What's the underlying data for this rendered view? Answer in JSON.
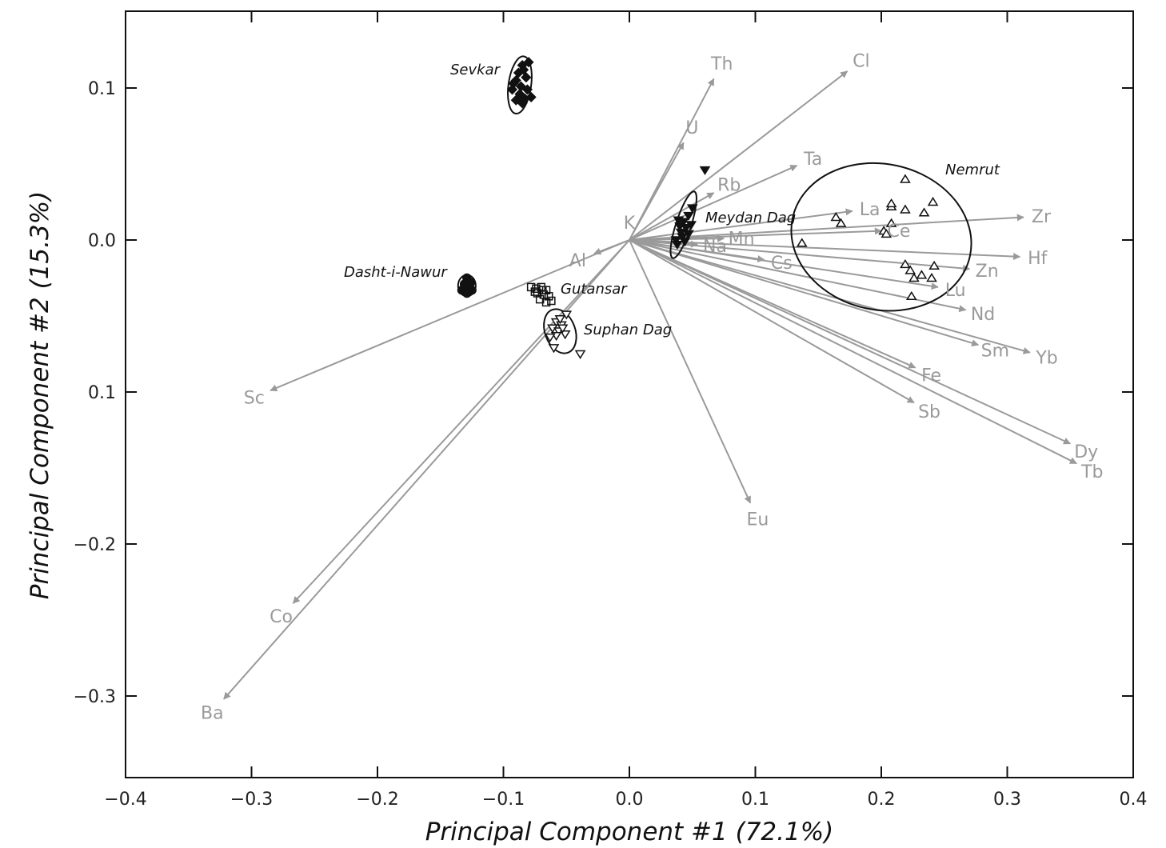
{
  "chart_data": {
    "type": "scatter",
    "xlabel": "Principal Component #1 (72.1%)",
    "ylabel": "Principal Component #2 (15.3%)",
    "xlim": [
      -0.4,
      0.4
    ],
    "ylim": [
      -0.35,
      0.15
    ],
    "x_ticks": [
      {
        "value": -0.4,
        "label": "−0.4"
      },
      {
        "value": -0.3,
        "label": "−0.3"
      },
      {
        "value": -0.2,
        "label": "−0.2"
      },
      {
        "value": -0.1,
        "label": "−0.1"
      },
      {
        "value": 0.0,
        "label": "0.0"
      },
      {
        "value": 0.1,
        "label": "0.1"
      },
      {
        "value": 0.2,
        "label": "0.2"
      },
      {
        "value": 0.3,
        "label": "0.3"
      },
      {
        "value": 0.4,
        "label": "0.4"
      }
    ],
    "y_ticks": [
      {
        "value": 0.1,
        "label": "0.1"
      },
      {
        "value": 0.0,
        "label": "0.0"
      },
      {
        "value": -0.1,
        "label": "0.1"
      },
      {
        "value": -0.2,
        "label": "−0.2"
      },
      {
        "value": -0.3,
        "label": "−0.3"
      }
    ],
    "grid": false,
    "colors": {
      "vector": "#9a9a9a",
      "points": "#111111",
      "frame": "#111111"
    },
    "vectors": [
      {
        "name": "Th",
        "x": 0.067,
        "y": 0.106
      },
      {
        "name": "Cl",
        "x": 0.173,
        "y": 0.111
      },
      {
        "name": "U",
        "x": 0.043,
        "y": 0.064
      },
      {
        "name": "Ta",
        "x": 0.133,
        "y": 0.049
      },
      {
        "name": "Rb",
        "x": 0.067,
        "y": 0.031
      },
      {
        "name": "K",
        "x": 0.0,
        "y": 0.0
      },
      {
        "name": "La",
        "x": 0.177,
        "y": 0.019
      },
      {
        "name": "Zr",
        "x": 0.313,
        "y": 0.015
      },
      {
        "name": "Ce",
        "x": 0.2,
        "y": 0.006
      },
      {
        "name": "Mn",
        "x": 0.075,
        "y": 0.001
      },
      {
        "name": "Na",
        "x": 0.054,
        "y": -0.003
      },
      {
        "name": "Hf",
        "x": 0.31,
        "y": -0.011
      },
      {
        "name": "Cs",
        "x": 0.107,
        "y": -0.013
      },
      {
        "name": "Zn",
        "x": 0.27,
        "y": -0.019
      },
      {
        "name": "Lu",
        "x": 0.245,
        "y": -0.031
      },
      {
        "name": "Nd",
        "x": 0.267,
        "y": -0.046
      },
      {
        "name": "Sm",
        "x": 0.277,
        "y": -0.069
      },
      {
        "name": "Yb",
        "x": 0.318,
        "y": -0.074
      },
      {
        "name": "Fe",
        "x": 0.227,
        "y": -0.084
      },
      {
        "name": "Sb",
        "x": 0.226,
        "y": -0.107
      },
      {
        "name": "Dy",
        "x": 0.35,
        "y": -0.134
      },
      {
        "name": "Tb",
        "x": 0.355,
        "y": -0.147
      },
      {
        "name": "Eu",
        "x": 0.096,
        "y": -0.173
      },
      {
        "name": "Al",
        "x": -0.028,
        "y": -0.009
      },
      {
        "name": "Sc",
        "x": -0.285,
        "y": -0.099
      },
      {
        "name": "Co",
        "x": -0.267,
        "y": -0.239
      },
      {
        "name": "Ba",
        "x": -0.322,
        "y": -0.302
      }
    ],
    "groups": [
      {
        "name": "Sevkar",
        "marker": "diamond-filled",
        "ellipse": {
          "cx": -0.087,
          "cy": 0.102,
          "rx": 0.009,
          "ry": 0.019,
          "rot": 8
        },
        "points": [
          [
            -0.085,
            0.115
          ],
          [
            -0.08,
            0.117
          ],
          [
            -0.088,
            0.11
          ],
          [
            -0.082,
            0.107
          ],
          [
            -0.09,
            0.105
          ],
          [
            -0.086,
            0.101
          ],
          [
            -0.081,
            0.099
          ],
          [
            -0.093,
            0.099
          ],
          [
            -0.087,
            0.096
          ],
          [
            -0.083,
            0.093
          ],
          [
            -0.09,
            0.092
          ],
          [
            -0.085,
            0.09
          ],
          [
            -0.078,
            0.094
          ],
          [
            -0.092,
            0.103
          ],
          [
            -0.084,
            0.112
          ]
        ]
      },
      {
        "name": "Dasht-i-Nawur",
        "marker": "circle-filled",
        "ellipse": {
          "cx": -0.129,
          "cy": -0.03,
          "rx": 0.007,
          "ry": 0.007,
          "rot": 0
        },
        "points": [
          [
            -0.129,
            -0.025
          ],
          [
            -0.126,
            -0.028
          ],
          [
            -0.131,
            -0.029
          ],
          [
            -0.128,
            -0.031
          ],
          [
            -0.133,
            -0.033
          ],
          [
            -0.125,
            -0.033
          ],
          [
            -0.129,
            -0.035
          ],
          [
            -0.127,
            -0.03
          ]
        ]
      },
      {
        "name": "Gutansar",
        "marker": "square-open",
        "ellipse": null,
        "points": [
          [
            -0.078,
            -0.031
          ],
          [
            -0.074,
            -0.032
          ],
          [
            -0.07,
            -0.031
          ],
          [
            -0.066,
            -0.033
          ],
          [
            -0.073,
            -0.035
          ],
          [
            -0.068,
            -0.036
          ],
          [
            -0.064,
            -0.037
          ],
          [
            -0.071,
            -0.039
          ],
          [
            -0.066,
            -0.041
          ],
          [
            -0.062,
            -0.04
          ],
          [
            -0.075,
            -0.034
          ],
          [
            -0.069,
            -0.033
          ]
        ]
      },
      {
        "name": "Suphan Dag",
        "marker": "triangle-down-open",
        "ellipse": {
          "cx": -0.055,
          "cy": -0.06,
          "rx": 0.012,
          "ry": 0.015,
          "rot": -20
        },
        "points": [
          [
            -0.05,
            -0.049
          ],
          [
            -0.058,
            -0.054
          ],
          [
            -0.054,
            -0.056
          ],
          [
            -0.061,
            -0.058
          ],
          [
            -0.056,
            -0.06
          ],
          [
            -0.051,
            -0.062
          ],
          [
            -0.058,
            -0.063
          ],
          [
            -0.063,
            -0.064
          ],
          [
            -0.053,
            -0.058
          ],
          [
            -0.06,
            -0.071
          ],
          [
            -0.039,
            -0.075
          ],
          [
            -0.055,
            -0.052
          ]
        ]
      },
      {
        "name": "Meydan Dag",
        "marker": "triangle-down-filled",
        "ellipse": {
          "cx": 0.043,
          "cy": 0.01,
          "rx": 0.006,
          "ry": 0.023,
          "rot": 18
        },
        "points": [
          [
            0.06,
            0.046
          ],
          [
            0.05,
            0.021
          ],
          [
            0.047,
            0.016
          ],
          [
            0.043,
            0.012
          ],
          [
            0.039,
            0.013
          ],
          [
            0.045,
            0.008
          ],
          [
            0.041,
            0.005
          ],
          [
            0.047,
            0.004
          ],
          [
            0.037,
            0.0
          ],
          [
            0.044,
            -0.001
          ],
          [
            0.038,
            -0.003
          ],
          [
            0.042,
            0.002
          ],
          [
            0.049,
            0.01
          ],
          [
            0.04,
            0.009
          ]
        ]
      },
      {
        "name": "Nemrut",
        "marker": "triangle-up-open",
        "ellipse": {
          "cx": 0.2,
          "cy": 0.002,
          "rx": 0.072,
          "ry": 0.048,
          "rot": 12
        },
        "points": [
          [
            0.137,
            -0.002
          ],
          [
            0.164,
            0.015
          ],
          [
            0.168,
            0.011
          ],
          [
            0.202,
            0.006
          ],
          [
            0.204,
            0.004
          ],
          [
            0.208,
            0.011
          ],
          [
            0.208,
            0.022
          ],
          [
            0.208,
            0.024
          ],
          [
            0.219,
            0.04
          ],
          [
            0.219,
            0.02
          ],
          [
            0.234,
            0.018
          ],
          [
            0.241,
            0.025
          ],
          [
            0.219,
            -0.016
          ],
          [
            0.223,
            -0.02
          ],
          [
            0.226,
            -0.025
          ],
          [
            0.232,
            -0.023
          ],
          [
            0.24,
            -0.025
          ],
          [
            0.242,
            -0.017
          ],
          [
            0.224,
            -0.037
          ]
        ]
      }
    ]
  }
}
